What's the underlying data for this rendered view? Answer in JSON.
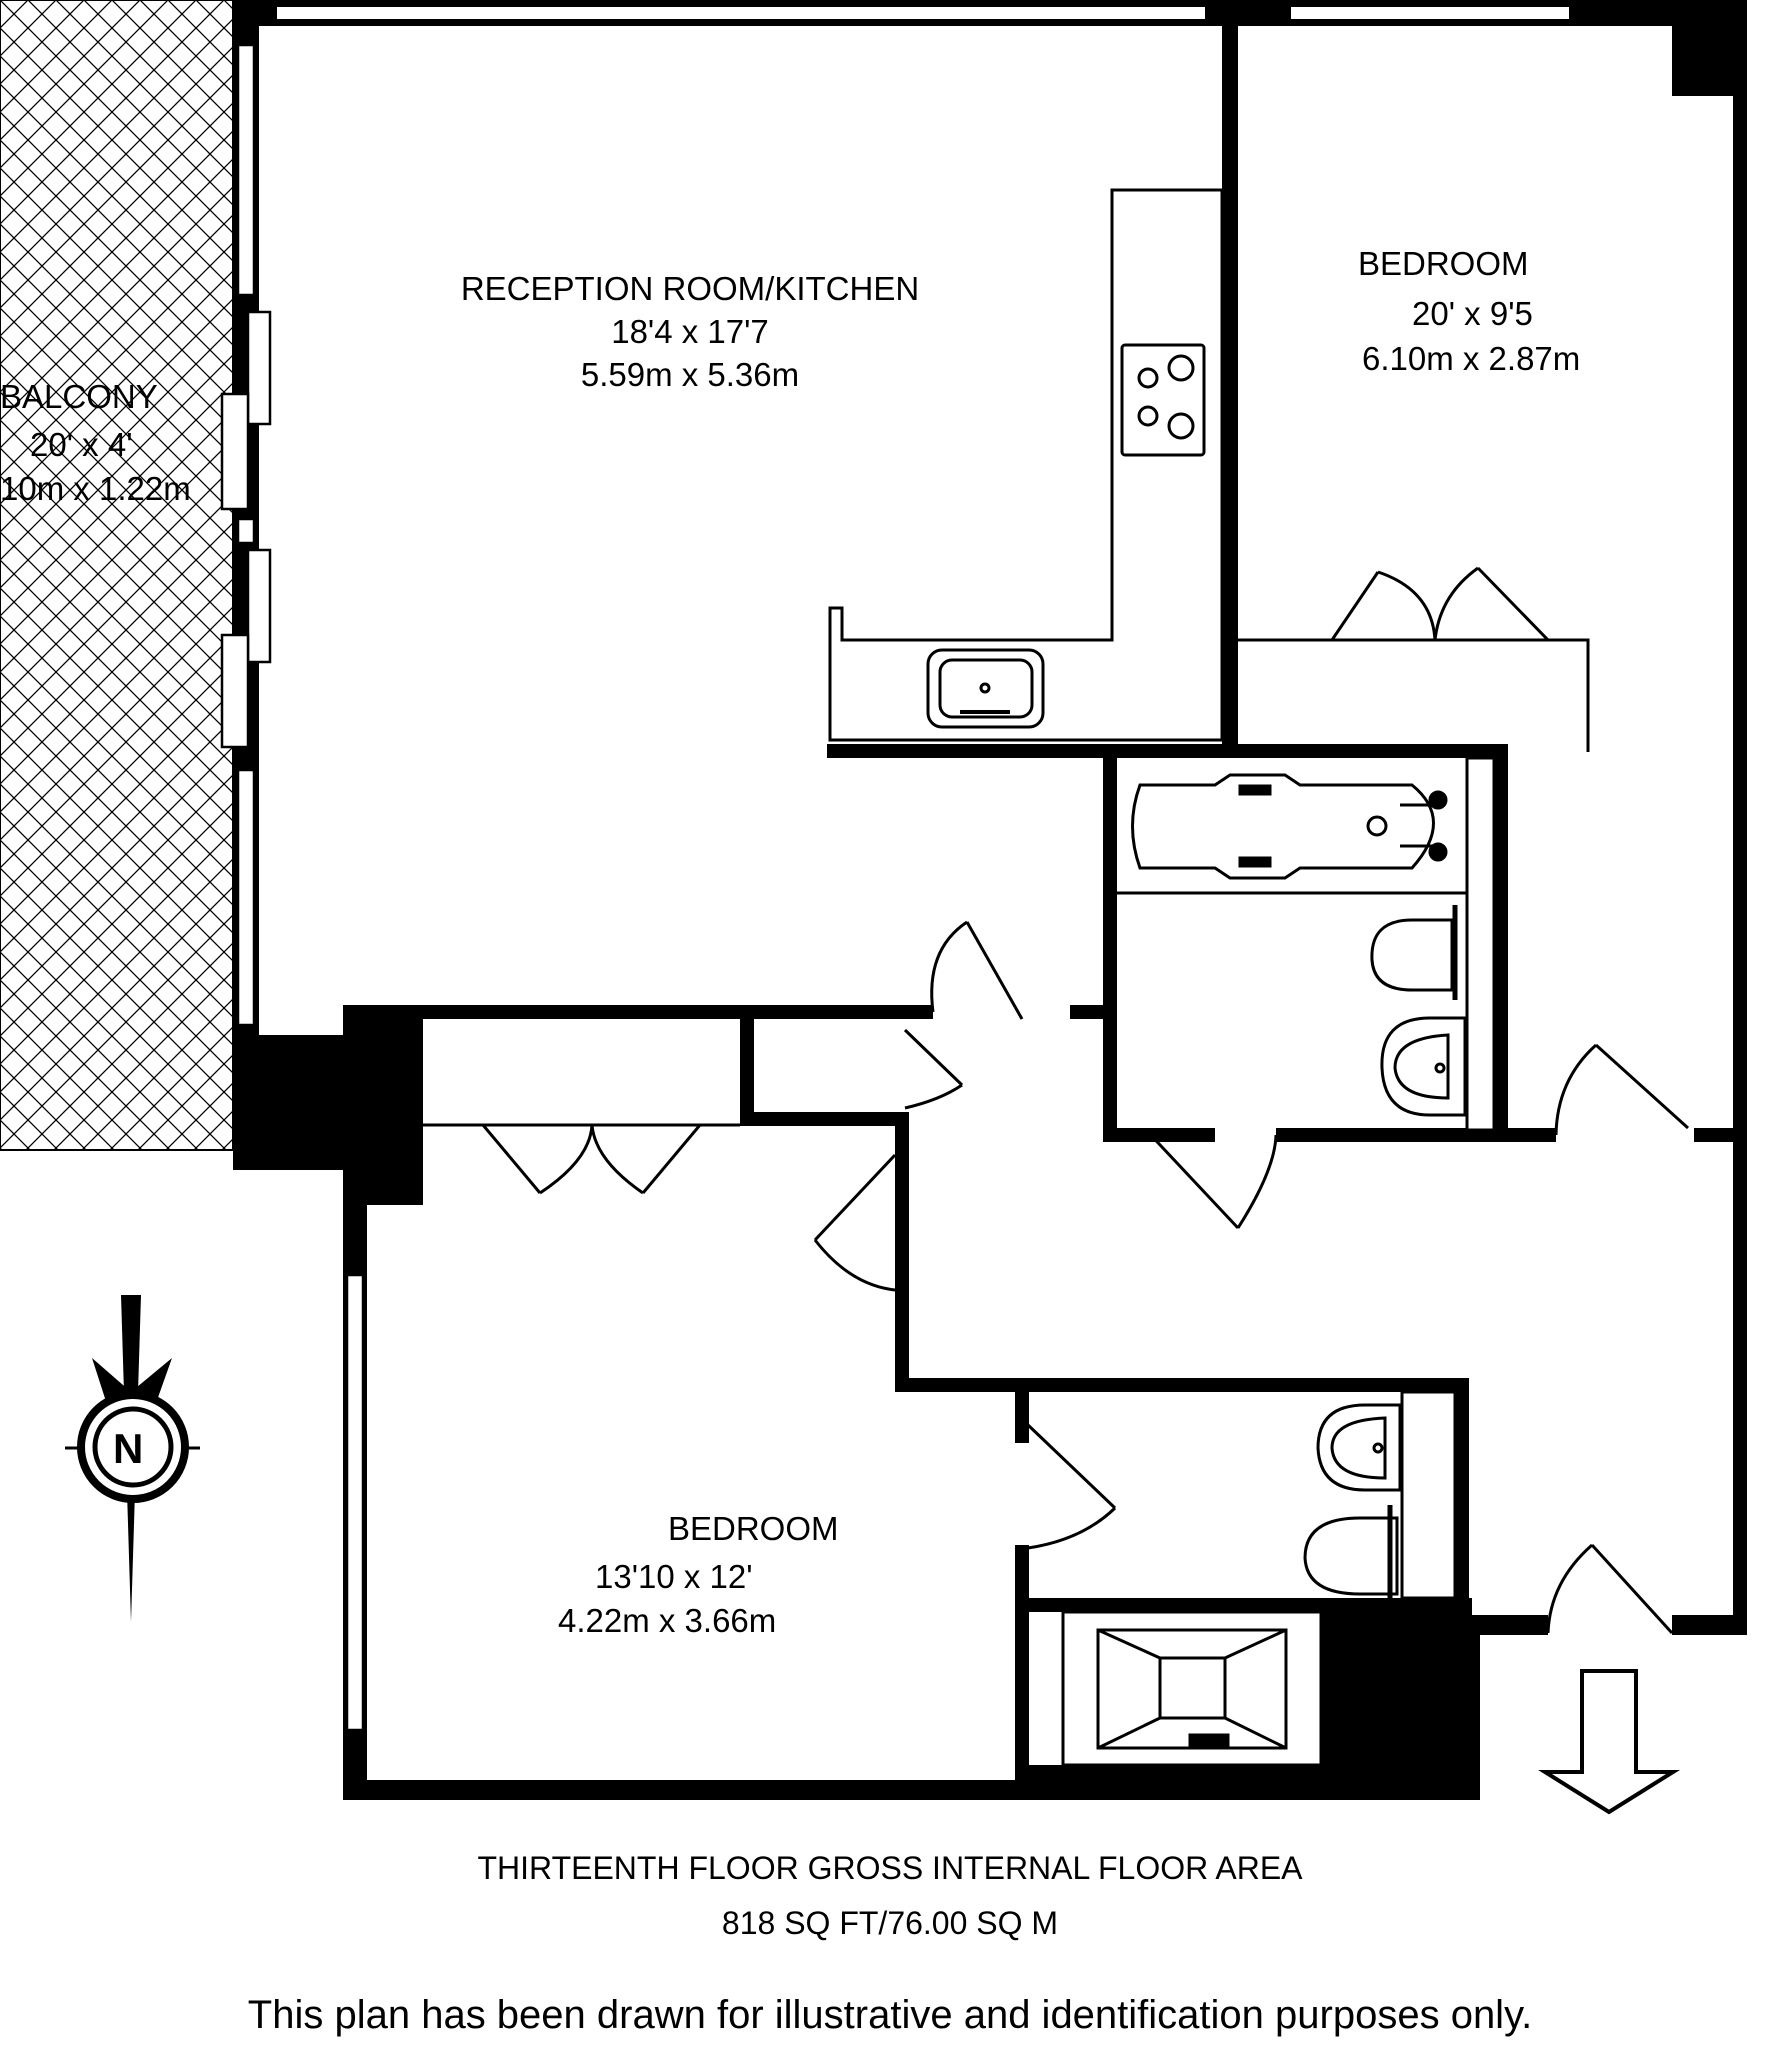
{
  "rooms": {
    "reception": {
      "name": "RECEPTION ROOM/KITCHEN",
      "imperial": "18'4 x 17'7",
      "metric": "5.59m x 5.36m"
    },
    "bedroom_top": {
      "name": "BEDROOM",
      "imperial": "20' x 9'5",
      "metric": "6.10m x 2.87m"
    },
    "balcony": {
      "name": "BALCONY",
      "imperial": "20' x 4'",
      "metric": "10m x 1.22m"
    },
    "bedroom_bottom": {
      "name": "BEDROOM",
      "imperial": "13'10 x 12'",
      "metric": "4.22m x 3.66m"
    }
  },
  "floor_area": {
    "title": "THIRTEENTH FLOOR GROSS INTERNAL FLOOR AREA",
    "value": "818 SQ FT/76.00 SQ M"
  },
  "disclaimer": "This plan has been drawn for illustrative and identification purposes only.",
  "compass": {
    "letter": "N"
  },
  "colors": {
    "wall": "#000000",
    "background": "#ffffff"
  }
}
